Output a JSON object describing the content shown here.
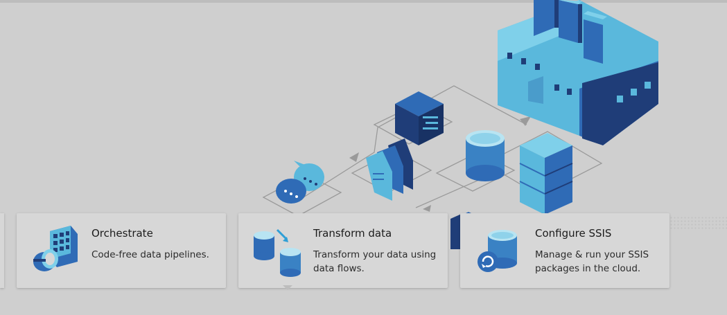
{
  "cards": [
    {
      "title": "Orchestrate",
      "description": "Code-free data pipelines.",
      "icon": "orchestrate-icon"
    },
    {
      "title": "Transform data",
      "description": "Transform your data using data flows.",
      "icon": "transform-data-icon"
    },
    {
      "title": "Configure SSIS",
      "description": "Manage & run your SSIS packages in the cloud.",
      "icon": "configure-ssis-icon"
    }
  ],
  "colors": {
    "background": "#cfcfcf",
    "card": "#d7d7d7",
    "accent_dark": "#1f3d78",
    "accent_mid": "#2f6bb6",
    "accent_light": "#5ab8dc"
  }
}
